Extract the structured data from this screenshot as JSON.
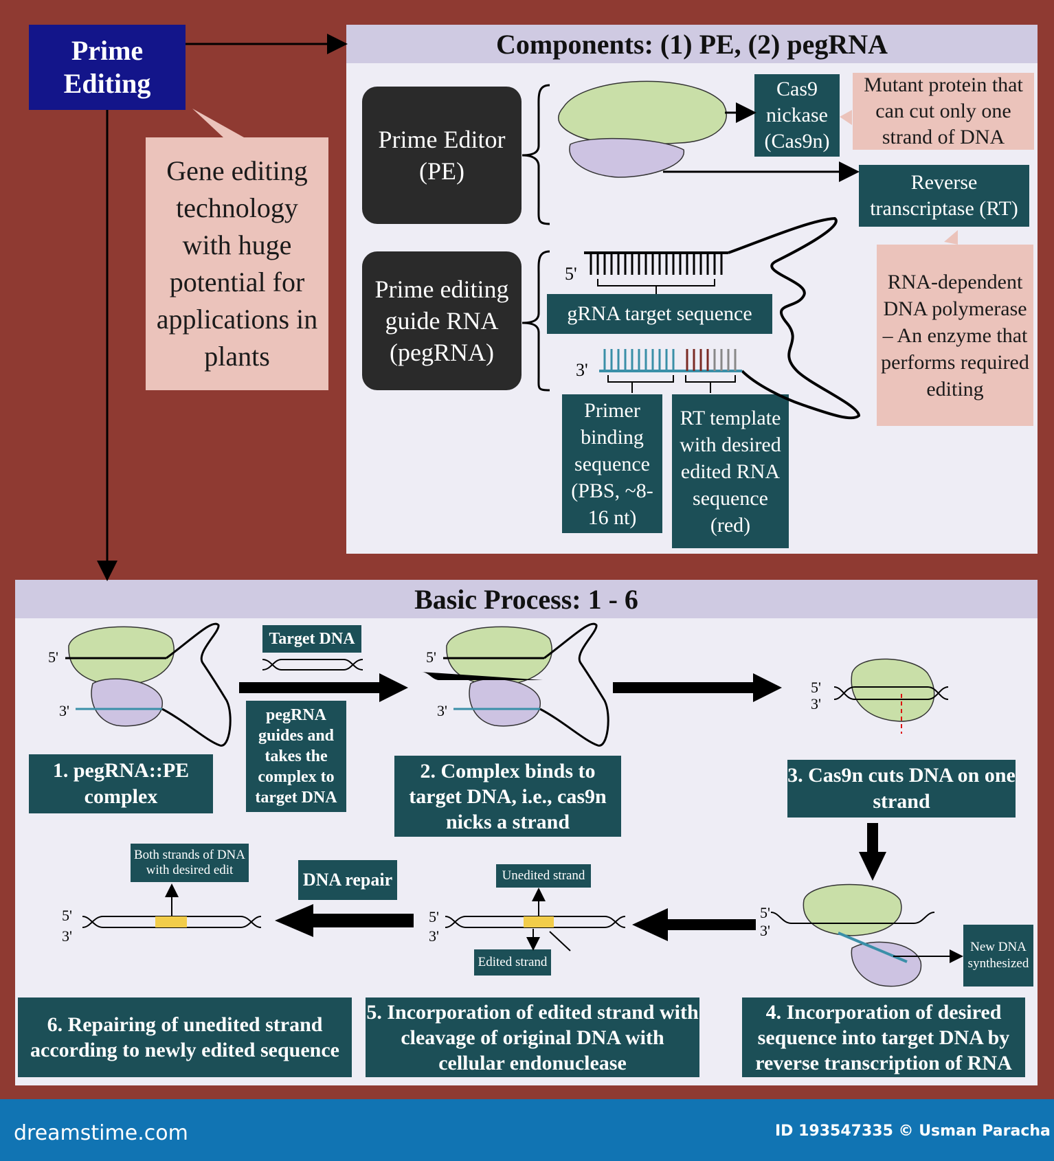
{
  "title": {
    "line1": "Prime",
    "line2": "Editing"
  },
  "intro": "Gene editing technology with huge potential for applications in plants",
  "components": {
    "header": "Components: (1) PE, (2) pegRNA",
    "pe_box": "Prime Editor (PE)",
    "pegrna_box": "Prime editing guide RNA (pegRNA)",
    "cas9": "Cas9 nickase (Cas9n)",
    "cas9_note": "Mutant protein that can cut only one strand of DNA",
    "rt": "Reverse transcriptase (RT)",
    "rt_note": "RNA-dependent DNA polymerase – An enzyme that performs required editing",
    "grna": "gRNA target sequence",
    "pbs": "Primer binding sequence (PBS, ~8-16 nt)",
    "rt_template": "RT template with desired edited RNA sequence (red)",
    "five_prime": "5'",
    "three_prime": "3'"
  },
  "process": {
    "header": "Basic Process: 1 - 6",
    "target_dna": "Target DNA",
    "guide_note": "pegRNA guides and takes the complex to target DNA",
    "step1": "1. pegRNA::PE complex",
    "step2": "2. Complex binds to target DNA, i.e., cas9n nicks a strand",
    "step3": "3. Cas9n cuts DNA on one strand",
    "step4": "4. Incorporation of desired sequence into target DNA by reverse transcription of RNA",
    "step5": "5. Incorporation of edited strand with cleavage of original DNA with cellular endonuclease",
    "step6": "6. Repairing of unedited strand according to newly edited sequence",
    "new_dna": "New DNA synthesized",
    "unedited": "Unedited strand",
    "edited": "Edited strand",
    "dna_repair": "DNA repair",
    "both_strands": "Both strands of DNA with desired edit",
    "five_prime": "5'",
    "three_prime": "3'"
  },
  "footer": {
    "logo": "dreamstime.com",
    "credit": "ID 193547335 © Usman Paracha"
  },
  "colors": {
    "background": "#8f3a32",
    "panel": "#eeedf5",
    "header": "#cfcae2",
    "teal": "#1c4f57",
    "pink": "#ebc3bb",
    "footer": "#1174b3"
  }
}
